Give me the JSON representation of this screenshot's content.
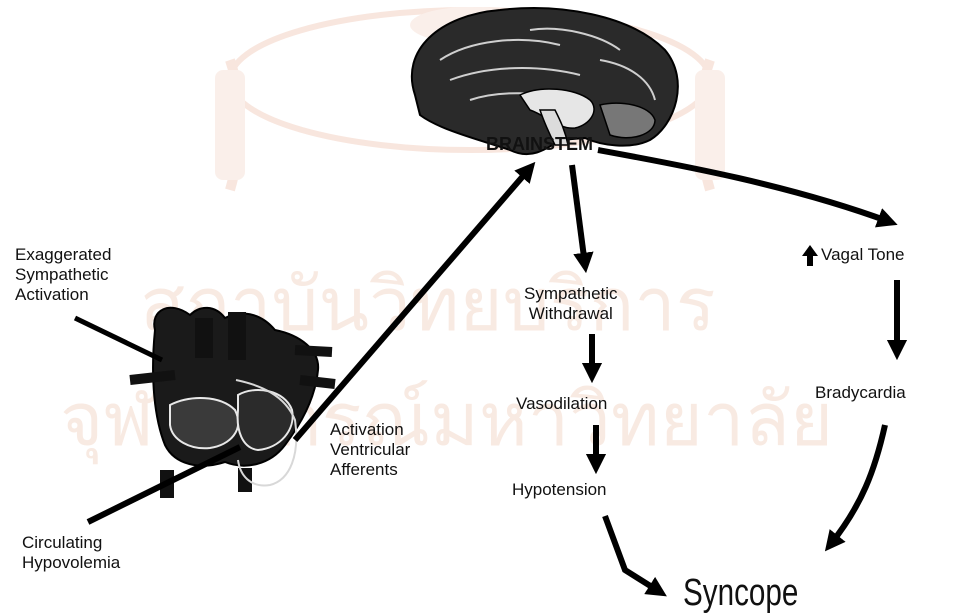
{
  "watermark": {
    "line1": "สถาบันวิทยบริการ",
    "line2": "จุฬาลงกรณ์มหาวิทยาลัย",
    "color": "#f0c8b8"
  },
  "labels": {
    "brainstem": "BRAINSTEM",
    "exaggerated": [
      "Exaggerated",
      "Sympathetic",
      "Activation"
    ],
    "activation": [
      "Activation",
      "Ventricular",
      "Afferents"
    ],
    "circulating": [
      "Circulating",
      "Hypovolemia"
    ],
    "sympathetic_withdrawal": [
      "Sympathetic",
      "Withdrawal"
    ],
    "vasodilation": "Vasodilation",
    "hypotension": "Hypotension",
    "vagal_tone": "Vagal Tone",
    "bradycardia": "Bradycardia",
    "syncope": "Syncope"
  },
  "icons": {
    "brain": "brain-icon",
    "heart": "heart-icon",
    "up_arrow": "up-arrow-icon"
  }
}
